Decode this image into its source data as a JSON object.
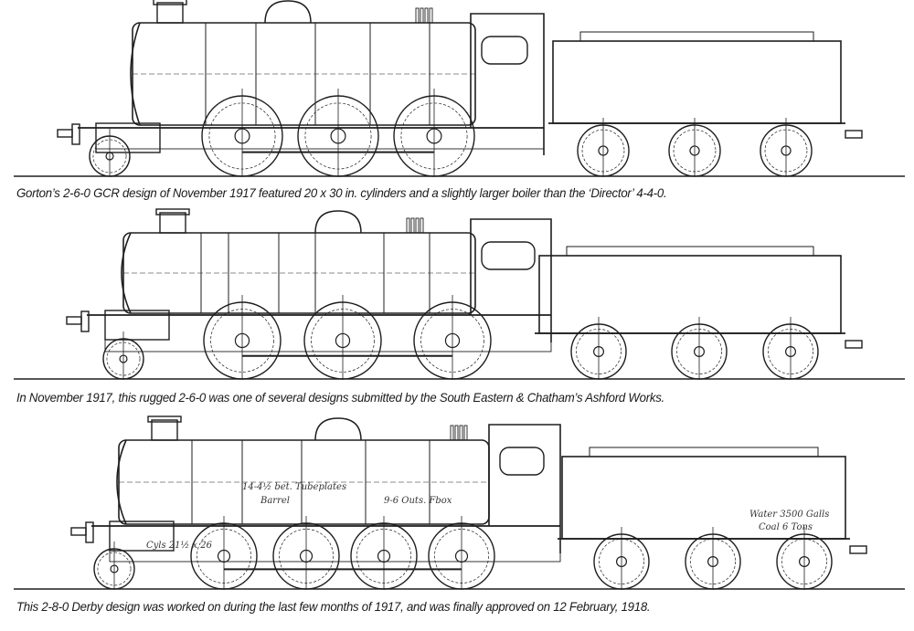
{
  "figures": [
    {
      "caption": "Gorton’s 2-6-0 GCR design of November 1917 featured 20 x 30 in. cylinders and a slightly larger boiler than the ‘Director’ 4-4-0."
    },
    {
      "caption": "In November 1917, this rugged 2-6-0 was one of several designs submitted by the South Eastern & Chatham’s Ashford Works."
    },
    {
      "caption": "This 2-8-0 Derby design was worked on during the last few months of 1917, and was finally approved on 12 February, 1918.",
      "annotations": [
        "14-4½ bet. Tubeplates",
        "Barrel",
        "9-6 Outs. Fbox",
        "Cyls 21½ x 26",
        "Water 3500 Galls",
        "Coal 6 Tons"
      ]
    }
  ],
  "colors": {
    "ink": "#1e1e1e",
    "paper": "#ffffff"
  }
}
